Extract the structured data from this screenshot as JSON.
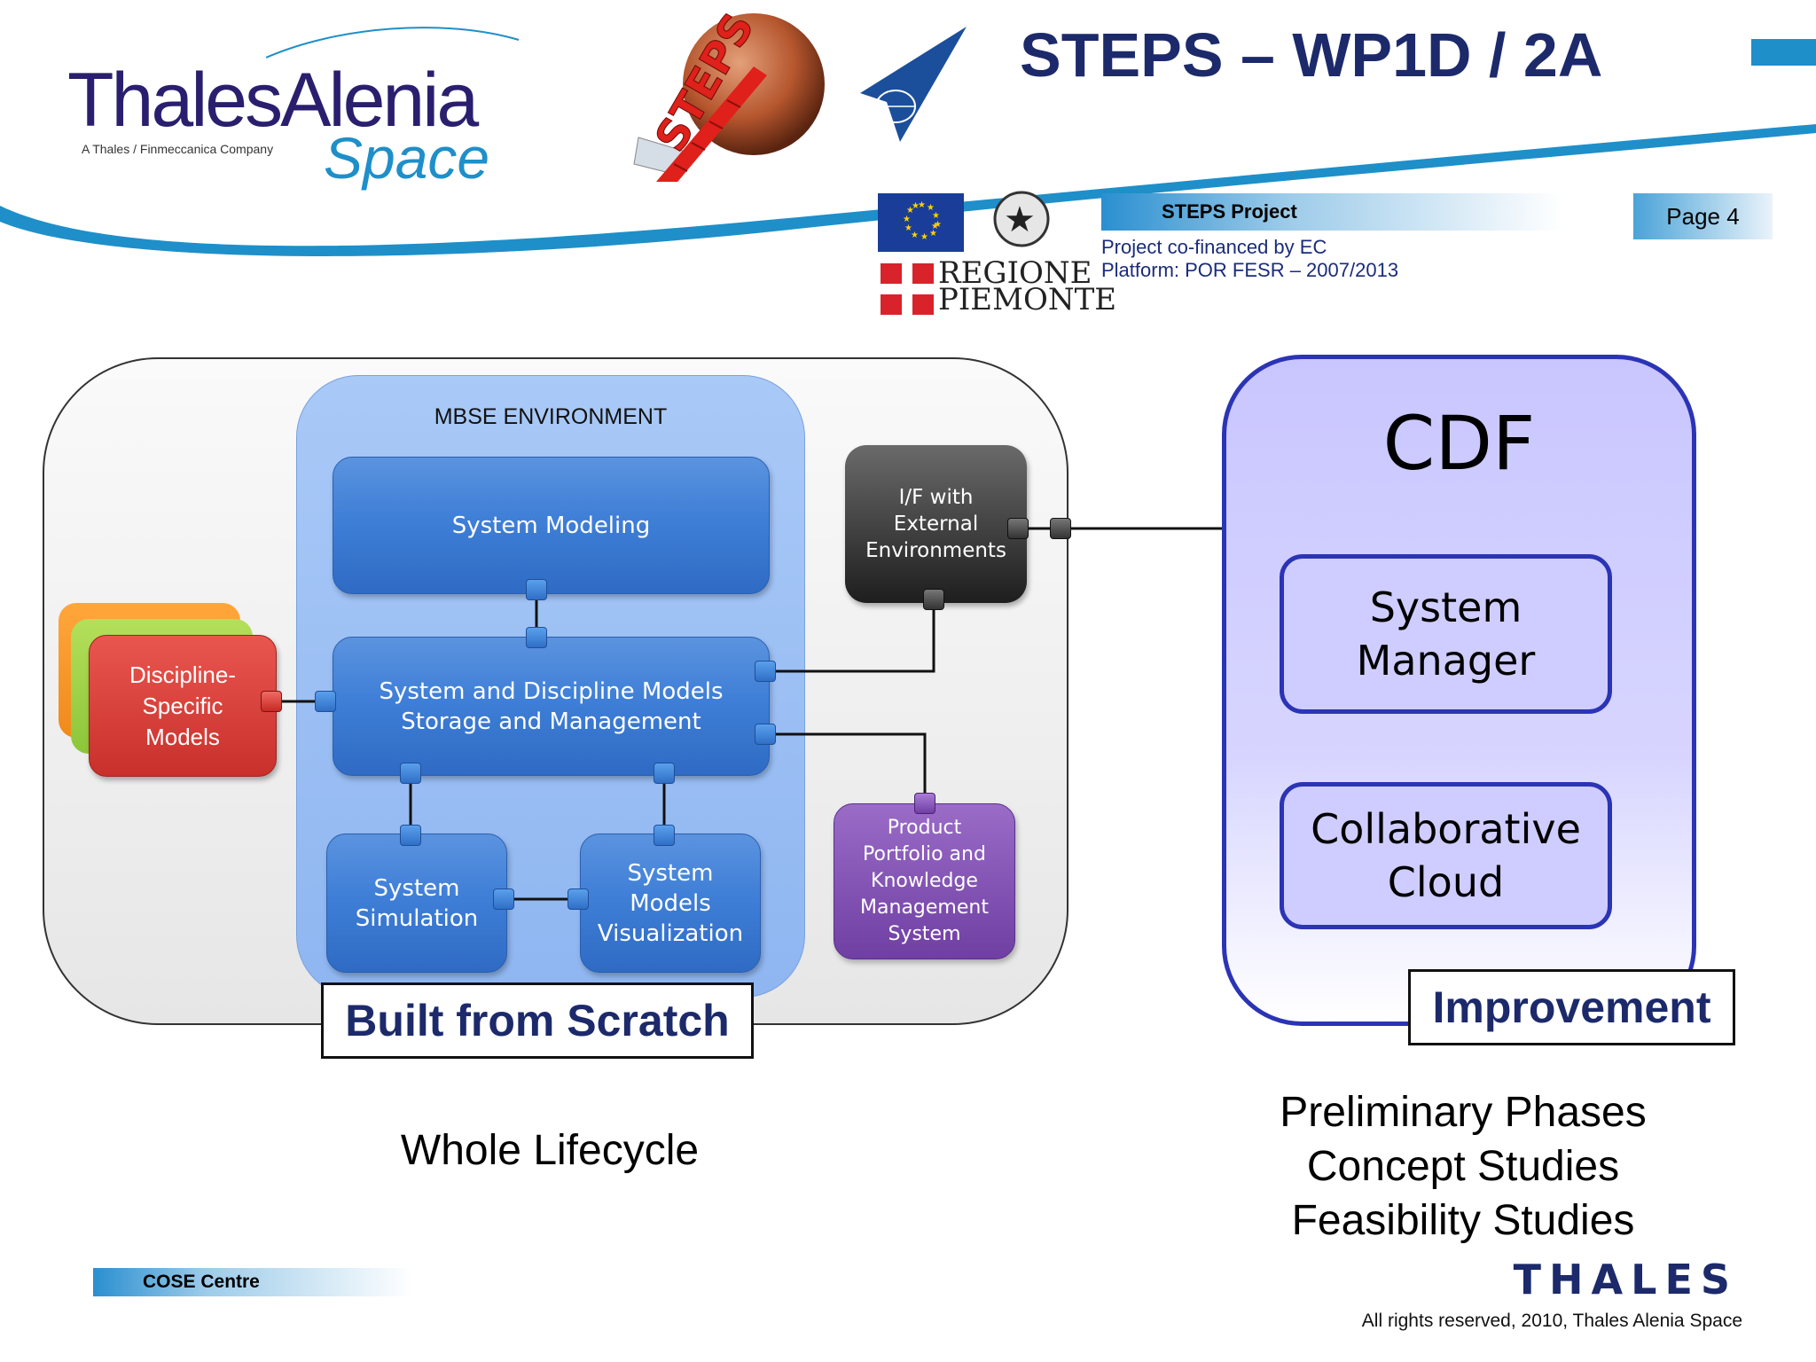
{
  "header": {
    "company_logo_brand": "ThalesAlenia",
    "company_logo_tagline": "A Thales / Finmeccanica Company",
    "company_logo_space": "Space",
    "title": "STEPS – WP1D / 2A",
    "page": "Page 4",
    "project_label": "STEPS Project",
    "cofinanced": "Project co-financed by EC",
    "platform": "Platform: POR FESR – 2007/2013",
    "regione_line1": "REGIONE",
    "regione_line2": "PIEMONTE",
    "steps_logo_text": "STEPS",
    "colors": {
      "navy": "#1c2a6b",
      "blue": "#1e8fc9",
      "cdf_border": "#2b34b5"
    }
  },
  "diagram": {
    "mbse_label": "MBSE ENVIRONMENT",
    "system_modeling": "System Modeling",
    "storage": [
      "System and Discipline Models",
      "Storage and Management"
    ],
    "simulation": [
      "System",
      "Simulation"
    ],
    "visualization": [
      "System",
      "Models",
      "Visualization"
    ],
    "discipline": [
      "Discipline-",
      "Specific",
      "Models"
    ],
    "external": [
      "I/F with",
      "External",
      "Environments"
    ],
    "product": [
      "Product",
      "Portfolio and",
      "Knowledge",
      "Management",
      "System"
    ],
    "built_label": "Built from Scratch",
    "cdf_title": "CDF",
    "system_manager": [
      "System",
      "Manager"
    ],
    "collab_cloud": [
      "Collaborative",
      "Cloud"
    ],
    "improvement_label": "Improvement"
  },
  "captions": {
    "whole_lifecycle": "Whole Lifecycle",
    "phases": [
      "Preliminary Phases",
      "Concept Studies",
      "Feasibility Studies"
    ]
  },
  "footer": {
    "centre": "COSE Centre",
    "thales_logo": "THALES",
    "copyright": "All rights reserved, 2010, Thales Alenia Space"
  }
}
